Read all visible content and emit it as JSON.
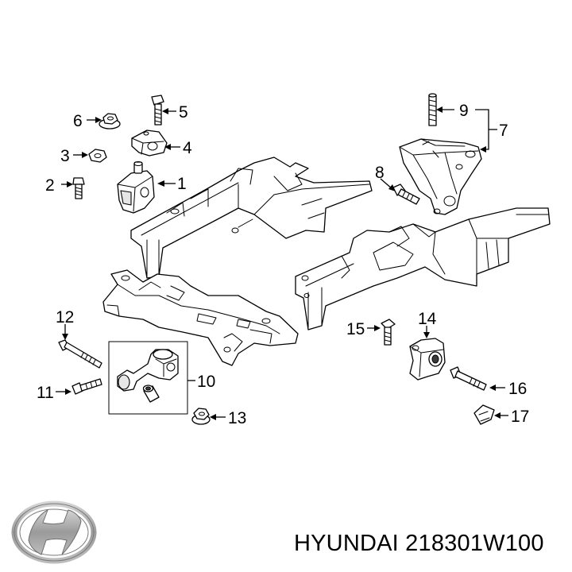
{
  "callouts": {
    "c1": "1",
    "c2": "2",
    "c3": "3",
    "c4": "4",
    "c5": "5",
    "c6": "6",
    "c7": "7",
    "c8": "8",
    "c9": "9",
    "c10": "10",
    "c11": "11",
    "c12": "12",
    "c13": "13",
    "c14": "14",
    "c15": "15",
    "c16": "16",
    "c17": "17"
  },
  "caption": "HYUNDAI 218301W100",
  "logo": {
    "icon": "hyundai-logo",
    "color": "#8a8a8a"
  },
  "colors": {
    "line": "#000000",
    "background": "#ffffff"
  }
}
